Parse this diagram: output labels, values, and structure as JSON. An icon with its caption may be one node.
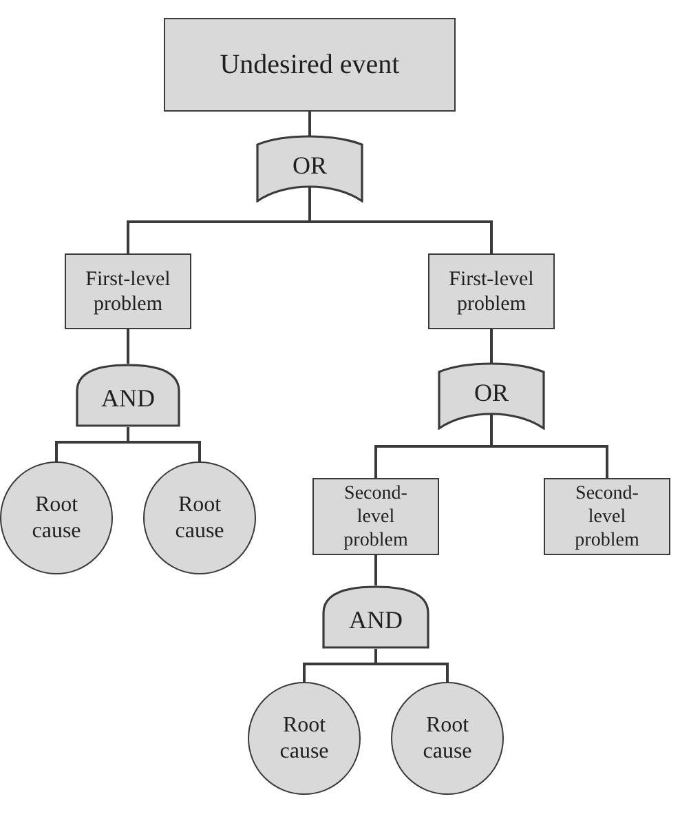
{
  "diagram": {
    "nodes": [
      {
        "text": [
          "Undesired event"
        ]
      },
      {
        "text": [
          "OR"
        ]
      },
      {
        "text": [
          "First-level problem"
        ]
      },
      {
        "text": [
          "First-level problem"
        ]
      },
      {
        "text": [
          "AND"
        ]
      },
      {
        "text": [
          "Root cause"
        ]
      },
      {
        "text": [
          "Root cause"
        ]
      },
      {
        "text": [
          "OR"
        ]
      },
      {
        "text": [
          "Second-level problem"
        ]
      },
      {
        "text": [
          "Second-level problem"
        ]
      },
      {
        "text": [
          "AND"
        ]
      },
      {
        "text": [
          "Root cause"
        ]
      },
      {
        "text": [
          "Root cause"
        ]
      }
    ],
    "edges": [
      {
        "from": 0,
        "to": 1,
        "arrow": "none"
      },
      {
        "from": 1,
        "to": 2,
        "arrow": "none"
      },
      {
        "from": 1,
        "to": 3,
        "arrow": "none"
      },
      {
        "from": 2,
        "to": 4,
        "arrow": "none"
      },
      {
        "from": 4,
        "to": 5,
        "arrow": "none"
      },
      {
        "from": 4,
        "to": 6,
        "arrow": "none"
      },
      {
        "from": 3,
        "to": 7,
        "arrow": "none"
      },
      {
        "from": 7,
        "to": 8,
        "arrow": "none"
      },
      {
        "from": 7,
        "to": 9,
        "arrow": "none"
      },
      {
        "from": 8,
        "to": 10,
        "arrow": "none"
      },
      {
        "from": 10,
        "to": 11,
        "arrow": "none"
      },
      {
        "from": 10,
        "to": 12,
        "arrow": "none"
      }
    ]
  }
}
